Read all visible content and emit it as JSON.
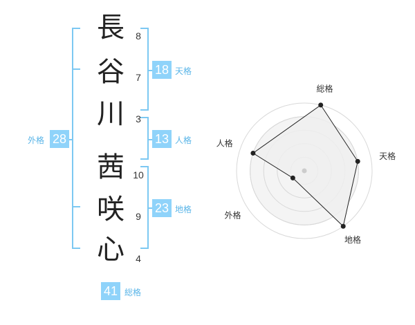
{
  "name": {
    "characters": [
      {
        "char": "長",
        "strokes": "8"
      },
      {
        "char": "谷",
        "strokes": "7"
      },
      {
        "char": "川",
        "strokes": "3"
      },
      {
        "char": "茜",
        "strokes": "10"
      },
      {
        "char": "咲",
        "strokes": "9"
      },
      {
        "char": "心",
        "strokes": "4"
      }
    ]
  },
  "fortune": {
    "tenkaku": {
      "value": "18",
      "label": "天格"
    },
    "jinkaku": {
      "value": "13",
      "label": "人格"
    },
    "chikaku": {
      "value": "23",
      "label": "地格"
    },
    "gaikaku": {
      "value": "28",
      "label": "外格"
    },
    "soukaku": {
      "value": "41",
      "label": "総格"
    }
  },
  "radar": {
    "axes": [
      "総格",
      "天格",
      "地格",
      "外格",
      "人格"
    ],
    "values": [
      5,
      4,
      5,
      1,
      4
    ],
    "max": 5,
    "colors": {
      "ring": "#d8d8d8",
      "fill": "#eeeeee",
      "line": "#222222",
      "dot": "#222222",
      "center": "#cccccc"
    }
  },
  "colors": {
    "accent": "#8fd3fa",
    "bracket": "#7cc8f2",
    "label": "#5ab5e8"
  }
}
